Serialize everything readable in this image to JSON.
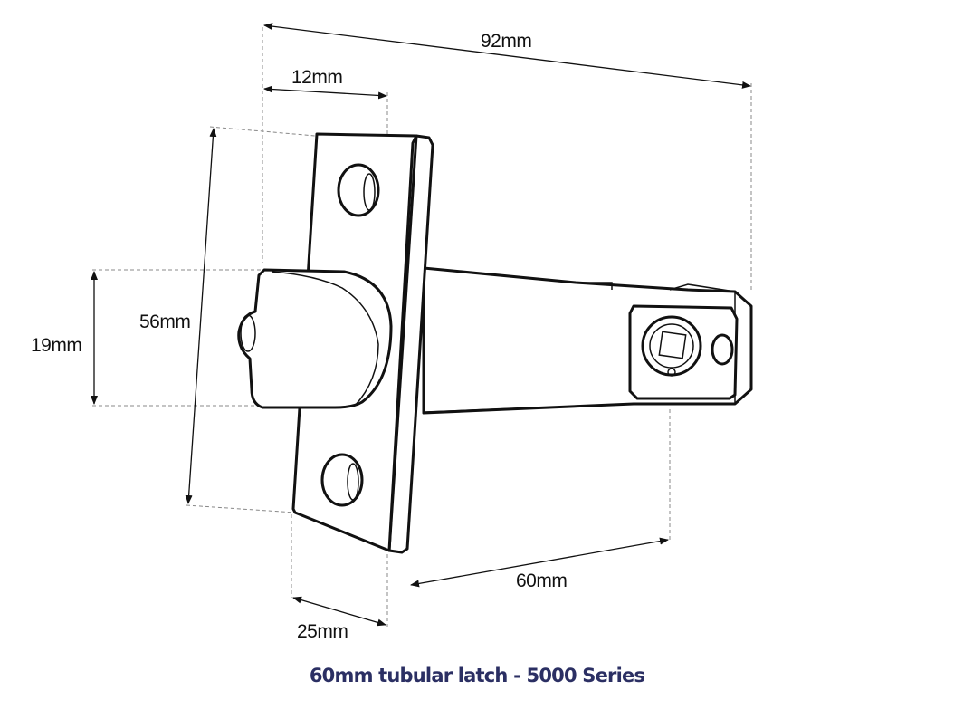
{
  "dimensions": {
    "overall_length": "92mm",
    "faceplate_width": "12mm",
    "faceplate_height": "56mm",
    "latch_bolt_height": "19mm",
    "backset": "60mm",
    "faceplate_depth": "25mm"
  },
  "caption": "60mm tubular latch  - 5000 Series",
  "colors": {
    "caption": "#2b2f63",
    "line": "#111111"
  }
}
